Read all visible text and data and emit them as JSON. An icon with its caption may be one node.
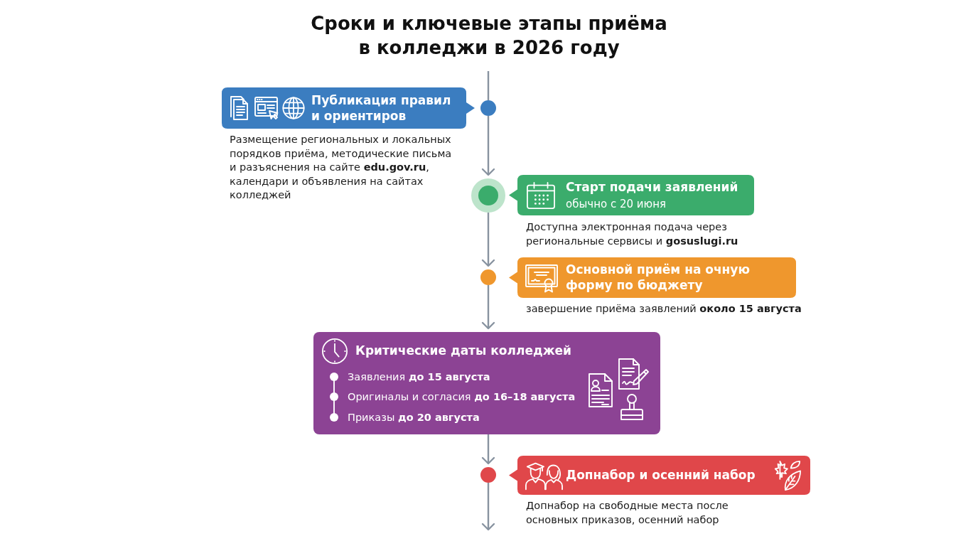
{
  "diagram": {
    "title": "Сроки и ключевые этапы приёма в колледжи в 2026 году",
    "nodes": [
      {
        "text": [
          "Публикация правил и ориентиров"
        ],
        "beside": [
          "Размещение региональных и локальных порядков приёма, методические письма и разъяснения на сайте **edu.gov.ru**, календари и объявления на сайтах колледжей"
        ]
      },
      {
        "text": [],
        "shape": "circle"
      },
      {
        "text": [],
        "shape": "circle"
      },
      {
        "text": [
          "Старт подачи заявлений",
          "обычно с 20 июня"
        ],
        "beside": [
          "Доступна электронная подача через региональные сервисы и **gosuslugi.ru**"
        ]
      },
      {
        "text": [],
        "shape": "circle"
      },
      {
        "text": [
          "Основной приём на очную форму по бюджету"
        ],
        "beside": [
          "завершение приёма заявлений **около 15 августа**"
        ]
      },
      {
        "text": [
          "Критические даты колледжей",
          "Заявления **до 15 августа**",
          "Оригиналы и согласия **до 16–18 августа**",
          "Приказы **до 20 августа**"
        ]
      },
      {
        "text": [],
        "shape": "circle"
      },
      {
        "text": [
          "Допнабор и осенний набор"
        ],
        "beside": [
          "Допнабор на свободные места после основных приказов, осенний набор"
        ]
      }
    ],
    "edges": [
      {
        "from": null,
        "to": 1,
        "arrow": "none"
      },
      {
        "from": 1,
        "to": 2,
        "arrow": "to"
      },
      {
        "from": 2,
        "to": 4,
        "arrow": "to"
      },
      {
        "from": 4,
        "to": 6,
        "arrow": "to"
      },
      {
        "from": 6,
        "to": 7,
        "arrow": "to"
      },
      {
        "from": 7,
        "to": null,
        "arrow": "to"
      }
    ]
  }
}
